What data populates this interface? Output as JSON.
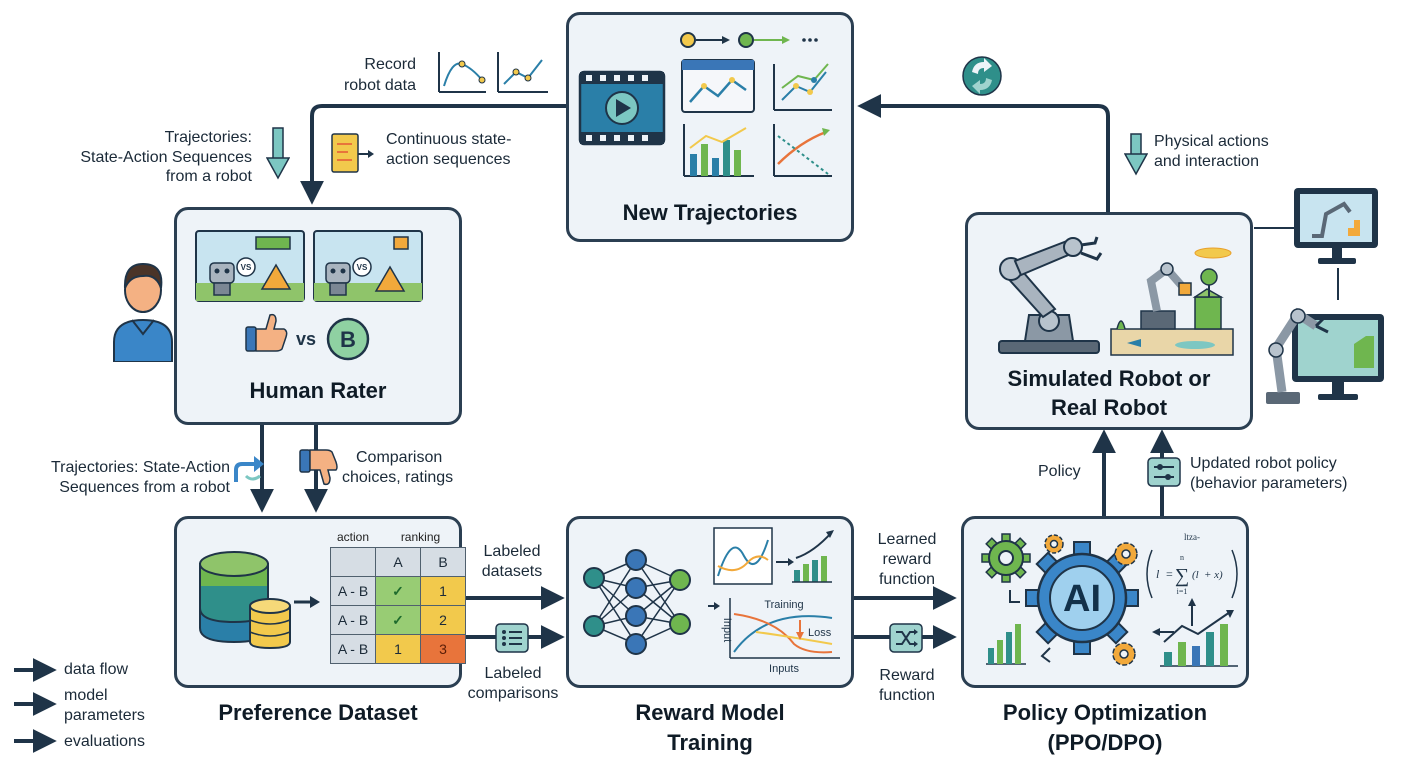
{
  "colors": {
    "box_bg": "#eef3f8",
    "box_border": "#2b3f52",
    "arrow": "#1f3448",
    "accent_teal": "#2f8f8a",
    "accent_blue": "#3a76b7",
    "accent_orange": "#e8743b",
    "accent_yellow": "#f2c94c",
    "accent_green": "#6fb64f"
  },
  "boxes": {
    "new_trajectories": "New Trajectories",
    "human_rater": "Human Rater",
    "robot_line1": "Simulated Robot or",
    "robot_line2": "Real Robot",
    "preference_dataset": "Preference Dataset",
    "reward_line1": "Reward Model",
    "reward_line2": "Training",
    "policy_line1": "Policy Optimization",
    "policy_line2": "(PPO/DPO)"
  },
  "labels": {
    "record_1": "Record",
    "record_2": "robot data",
    "traj_top_1": "Trajectories:",
    "traj_top_2": "State-Action Sequences",
    "traj_top_3": "from a robot",
    "cont_1": "Continuous state-",
    "cont_2": "action sequences",
    "physical_1": "Physical actions",
    "physical_2": "and interaction",
    "traj_bot_1": "Trajectories: State-Action",
    "traj_bot_2": "Sequences from a robot",
    "comparison_1": "Comparison",
    "comparison_2": "choices, ratings",
    "labeled_ds_1": "Labeled",
    "labeled_ds_2": "datasets",
    "labeled_cmp_1": "Labeled",
    "labeled_cmp_2": "comparisons",
    "learned_1": "Learned",
    "learned_2": "reward",
    "learned_3": "function",
    "reward_fn_1": "Reward",
    "reward_fn_2": "function",
    "policy": "Policy",
    "updated_1": "Updated robot policy",
    "updated_2": "(behavior parameters)"
  },
  "human_rater": {
    "vs_badge": "VS",
    "vs_text": "vs",
    "choice_letter": "B"
  },
  "preference_table": {
    "header_action": "action",
    "header_ranking": "ranking",
    "columns": [
      "A",
      "B"
    ],
    "rows": [
      {
        "pair": "A - B",
        "a_mark": "✓",
        "b_value": "1"
      },
      {
        "pair": "A - B",
        "a_mark": "✓",
        "b_value": "2"
      },
      {
        "pair": "A - B",
        "a_value": "1",
        "b_value": "3"
      }
    ]
  },
  "reward_chart": {
    "title": "Training",
    "loss": "Loss",
    "x_label": "Inputs",
    "y_label": "Input"
  },
  "policy_formula": {
    "top": "ltza-",
    "lhs": "l",
    "sum_top": "n",
    "sum_bottom": "i=1",
    "term": "(l",
    "term_end": " + x)"
  },
  "ai_label": "AI",
  "legend": [
    {
      "label": "data flow"
    },
    {
      "label": "model"
    },
    {
      "label": "parameters"
    },
    {
      "label": "evaluations"
    }
  ],
  "icons": [
    "video-icon",
    "line-chart-icon",
    "bar-chart-icon",
    "sequence-dots-icon",
    "person-icon",
    "thumbs-up-icon",
    "thumbs-down-icon",
    "database-icon",
    "neural-network-icon",
    "gear-icon",
    "robot-arm-icon",
    "monitor-icon",
    "cycle-icon",
    "document-icon",
    "checklist-icon",
    "shuffle-icon",
    "sliders-icon"
  ]
}
